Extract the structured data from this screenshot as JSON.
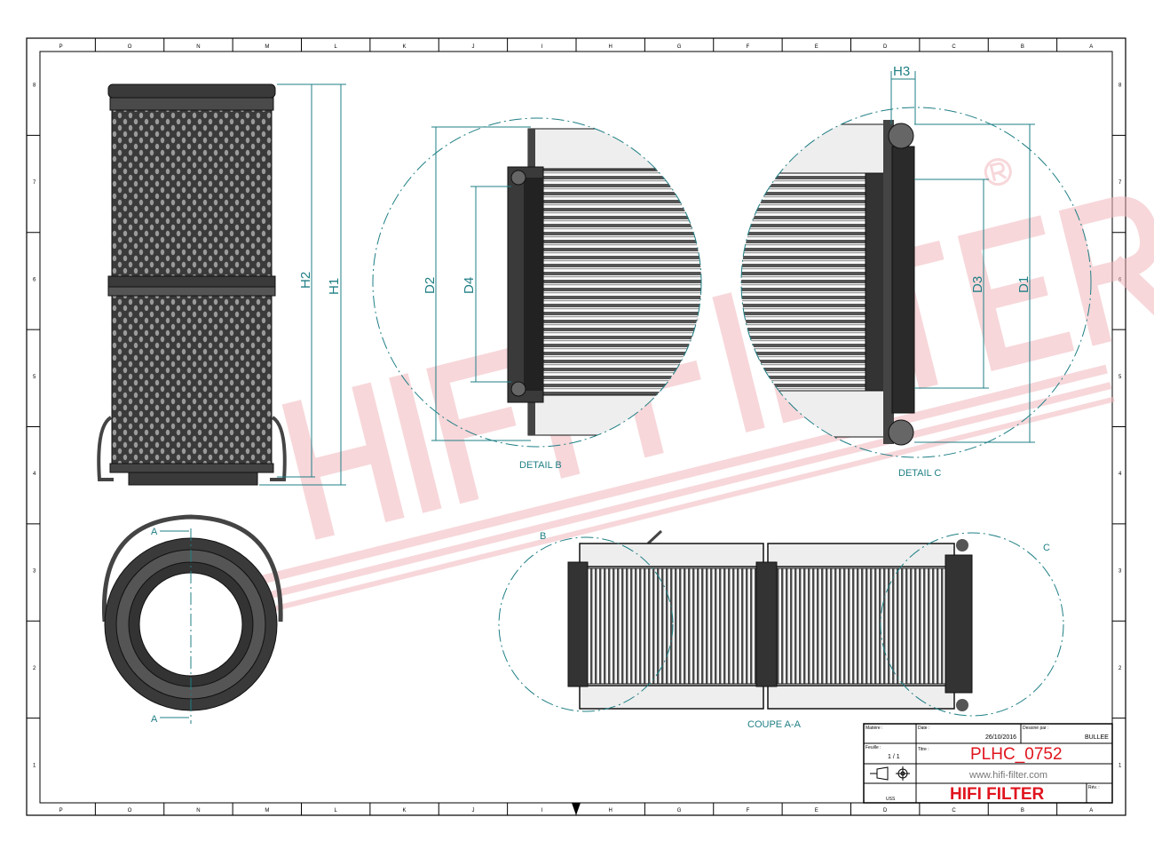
{
  "border": {
    "columns": [
      "P",
      "O",
      "N",
      "M",
      "L",
      "K",
      "J",
      "I",
      "H",
      "G",
      "F",
      "E",
      "D",
      "C",
      "B",
      "A"
    ],
    "rows": [
      "8",
      "7",
      "6",
      "5",
      "4",
      "3",
      "2",
      "1"
    ]
  },
  "watermark": {
    "text": "HIFI FILTER",
    "mark": "®",
    "color": "#f2b8bc"
  },
  "dimensions": {
    "h1": "H1",
    "h2": "H2",
    "h3": "H3",
    "d1": "D1",
    "d2": "D2",
    "d3": "D3",
    "d4": "D4"
  },
  "views": {
    "detail_b": "DETAIL B",
    "detail_c": "DETAIL C",
    "section": "COUPE A-A",
    "section_mark_a": "A",
    "detail_mark_b": "B",
    "detail_mark_c": "C"
  },
  "title_block": {
    "material_label": "Matière :",
    "date_label": "Date :",
    "date": "26/10/2016",
    "drawn_by_label": "Dessiné par :",
    "drawn_by": "BULLEE",
    "sheet_label": "Feuille :",
    "sheet": "1 / 1",
    "title_label": "Titre :",
    "title": "PLHC_0752",
    "website": "www.hifi-filter.com",
    "company": "HIFI FILTER",
    "rev_label": "Rév. :",
    "units": "USS",
    "accent": "#e0141e"
  }
}
